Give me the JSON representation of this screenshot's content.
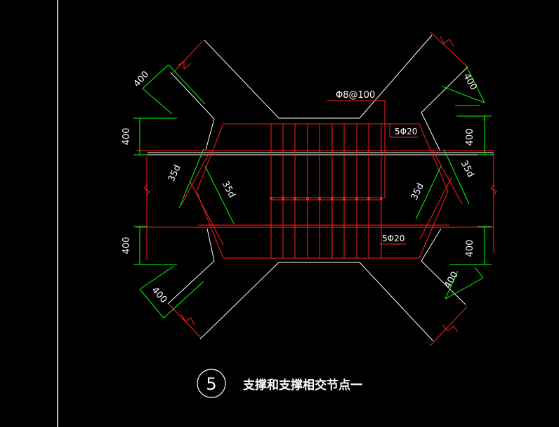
{
  "colors": {
    "background": "#000000",
    "concrete_outline": "#ffffff",
    "rebar": "#ff2020",
    "dimension": "#00ff00",
    "dimension_text": "#ffffff",
    "label": "#ffffff"
  },
  "labels": {
    "stirrup": "Φ8@100",
    "top_bars": "5Φ20",
    "bottom_bars": "5Φ20"
  },
  "dimensions": {
    "d400_tl_diag": "400",
    "d400_tl_vert": "400",
    "d400_bl_vert": "400",
    "d400_bl_diag": "400",
    "d400_tr_diag": "400",
    "d400_tr_vert": "400",
    "d400_br_vert": "400",
    "d400_br_diag": "400",
    "d35_l1": "35d",
    "d35_l2": "35d",
    "d35_r1": "35d",
    "d35_r2": "35d"
  },
  "title": {
    "number": "5",
    "text": "支撑和支撑相交节点一"
  }
}
